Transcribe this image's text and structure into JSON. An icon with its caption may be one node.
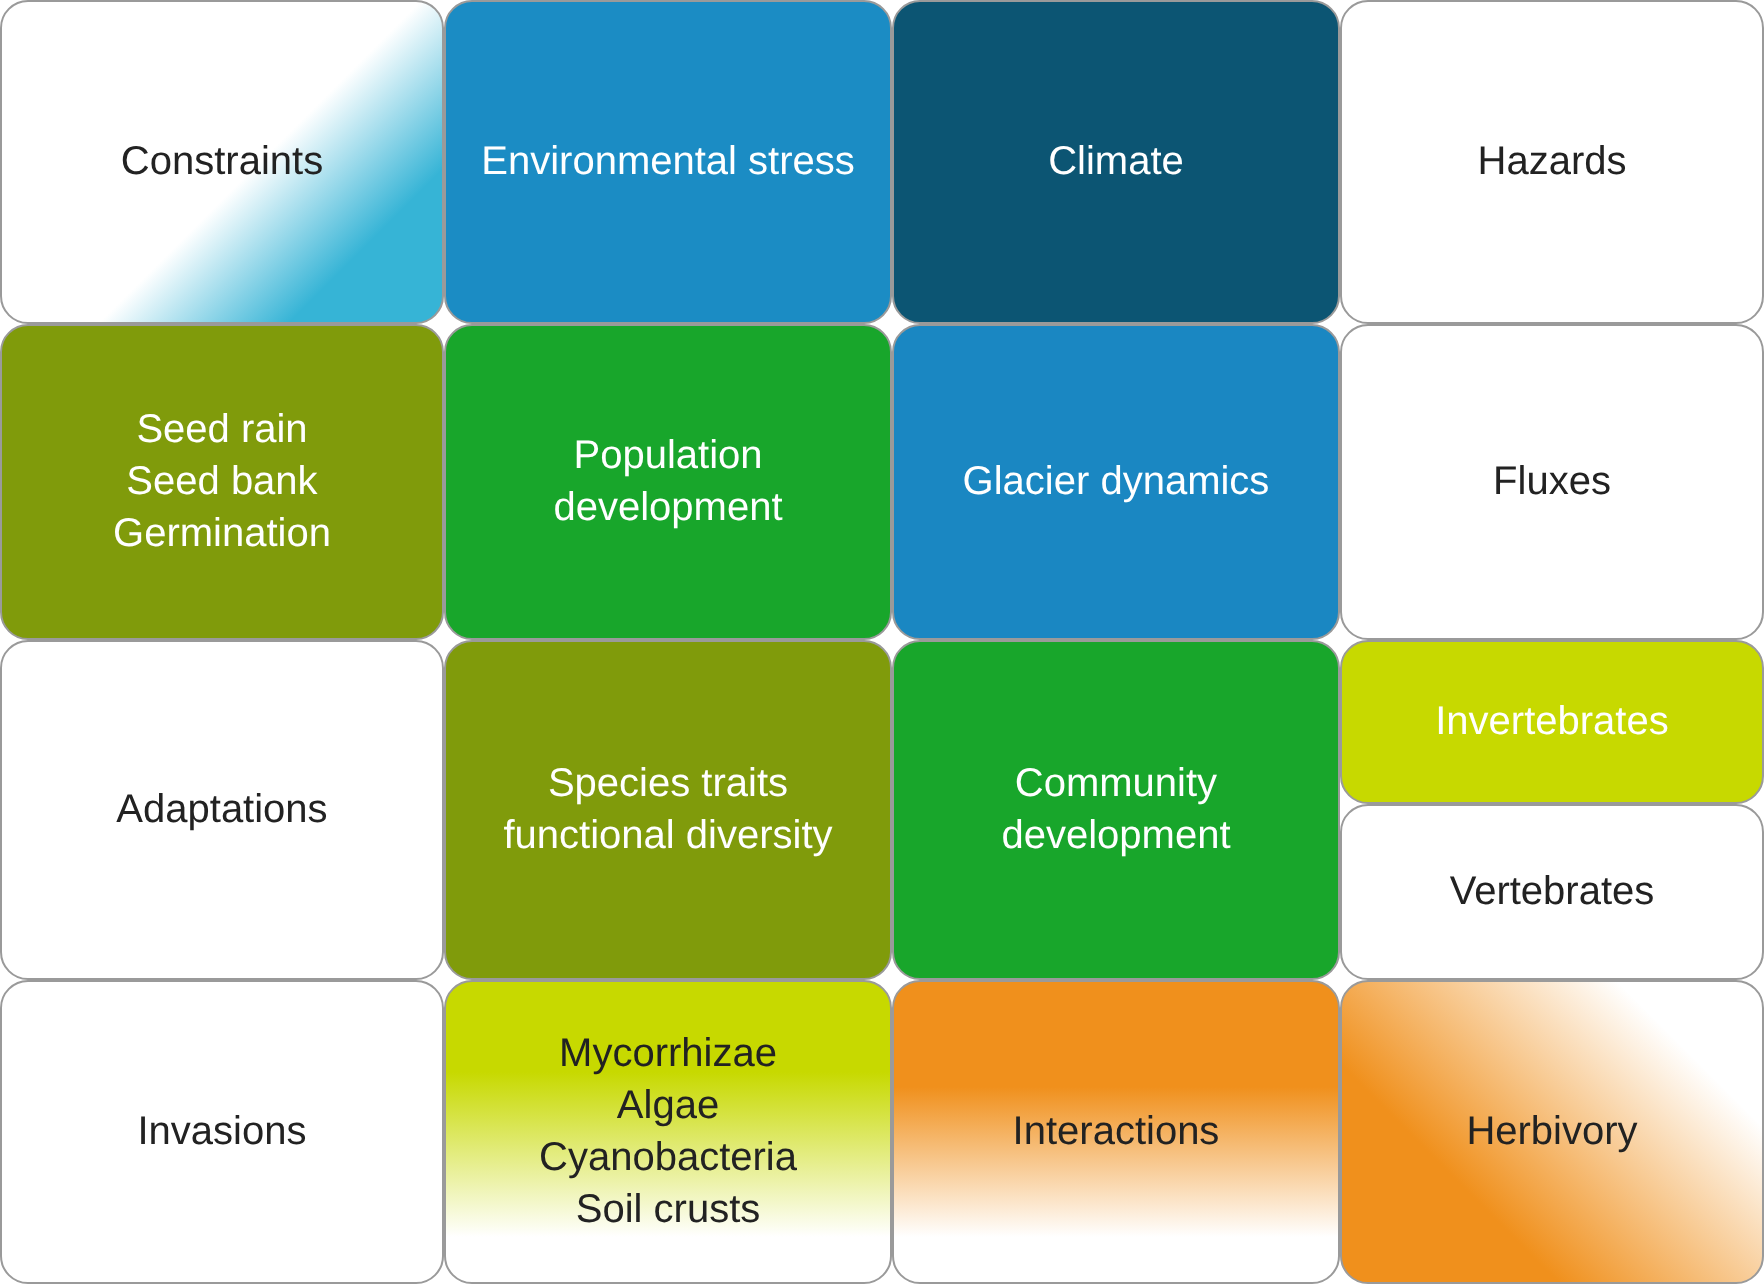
{
  "diagram": {
    "nodes": [
      {
        "text": [
          "Constraints"
        ]
      },
      {
        "text": [
          "Environmental stress"
        ]
      },
      {
        "text": [
          "Climate"
        ]
      },
      {
        "text": [
          "Hazards"
        ]
      },
      {
        "text": [
          "Seed rain",
          "Seed bank",
          "Germination"
        ]
      },
      {
        "text": [
          "Population development"
        ]
      },
      {
        "text": [
          "Glacier dynamics"
        ]
      },
      {
        "text": [
          "Fluxes"
        ]
      },
      {
        "text": [
          "Adaptations"
        ]
      },
      {
        "text": [
          "Species traits functional diversity"
        ]
      },
      {
        "text": [
          "Community development"
        ]
      },
      {
        "text": [
          "Invertebrates"
        ]
      },
      {
        "text": [
          "Vertebrates"
        ]
      },
      {
        "text": [
          "Invasions"
        ]
      },
      {
        "text": [
          "Mycorrhizae",
          "Algae",
          "Cyanobacteria",
          "Soil crusts"
        ]
      },
      {
        "text": [
          "Interactions"
        ]
      },
      {
        "text": [
          "Herbivory"
        ]
      }
    ]
  }
}
